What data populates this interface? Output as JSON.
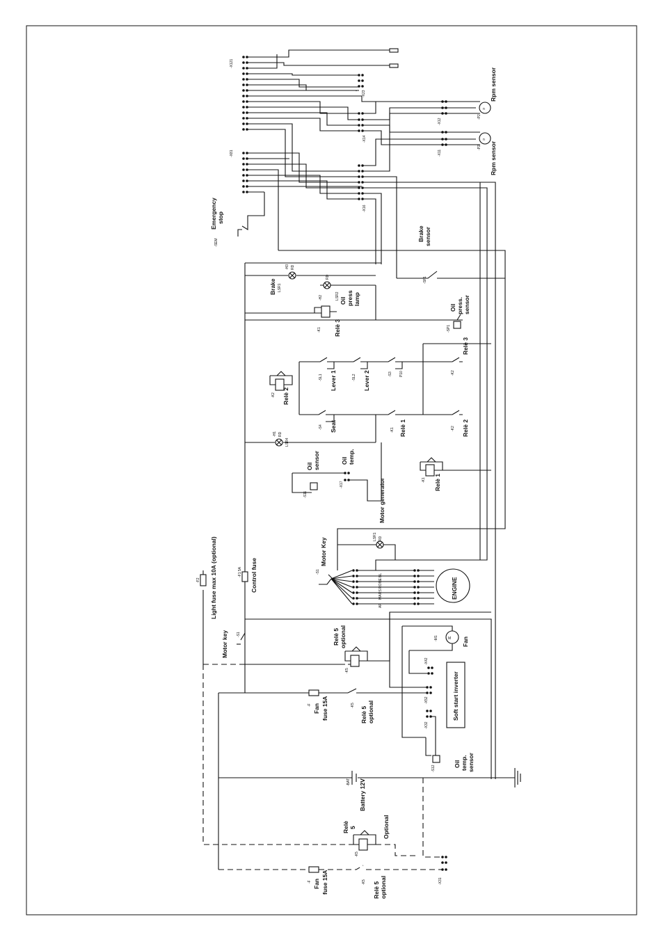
{
  "labels": {
    "x121": "-X121",
    "x81": "-X81",
    "x23": "-X23",
    "x14": "-X14",
    "x16": "-X16",
    "x12": "-X12",
    "x11": "-X11",
    "p2": "-P2",
    "rpm_sensor_top": "Rpm sensor",
    "rpm_sensor_bottom": "Rpm sensor",
    "emergency_stop": "Emergency",
    "stop": "stop",
    "sem": "-SEM",
    "brake": "Brake",
    "sensor": "sensor",
    "sf1": "-SF1",
    "h3": "-H3",
    "rd": "RD",
    "brake_lamp": "Brake",
    "lsr1": "LSR1",
    "h2": "-H2",
    "lsr2": "LSR2",
    "oil": "Oil",
    "press": "press",
    "press_dot": "press.",
    "lamp": "lamp",
    "k1": "-K1",
    "k2": "-K2",
    "k5": "-K5",
    "rele1": "Relè 1",
    "rele2": "Relè 2",
    "rele3": "Relè 3",
    "rele5": "Relè 5",
    "rele": "Relè",
    "five": "5",
    "sp1": "-SP1",
    "sl1": "-SL1",
    "sl2": "-SL2",
    "s3": "-S3",
    "p10": "P10",
    "lever1": "Lever 1",
    "lever2": "Lever 2",
    "s4": "-S4",
    "seat": "Seat",
    "h1": "-H1",
    "lsr4": "LSR4",
    "s11": "-S11",
    "x17": "-X17",
    "temp": "temp.",
    "motor_generator": "Motor generator",
    "motor_key": "Motor Key",
    "motor_key_lower": "Motor key",
    "s1": "-S1",
    "codes": [
      "BL",
      "NE",
      "RO",
      "RS",
      "MA",
      "AR"
    ],
    "engine": "ENGINE",
    "f2": "-F2",
    "light_fuse": "Light fuse max 10A (optional)",
    "f15a": "-F1 5A",
    "control_fuse": "Control fuse",
    "optional": "optional",
    "optional_cap": "Optional",
    "m1": "-M1",
    "fan": "Fan",
    "x42": "-X42",
    "soft_start": "Soft start inverter",
    "x52": "-X52",
    "x32": "-X32",
    "s12": "-S12",
    "f": "-F",
    "fuse15a": "fuse 15A",
    "bat": "-BAT",
    "battery": "Battery 12V",
    "x31": "-X31"
  }
}
